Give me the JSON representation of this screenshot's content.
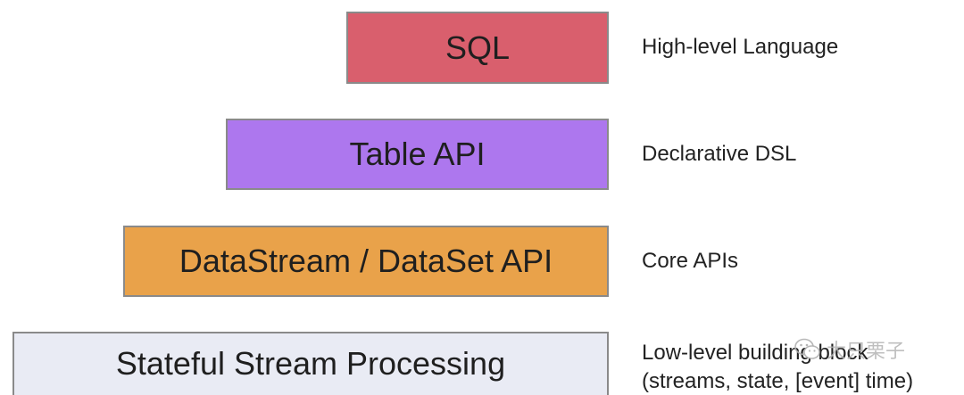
{
  "colors": {
    "sql_fill": "#d95f6d",
    "table_fill": "#ad77ee",
    "datastream_fill": "#e9a24a",
    "stateful_fill": "#e9ebf4",
    "border": "#8a8a8a"
  },
  "layers": [
    {
      "id": "sql",
      "label": "SQL",
      "description": "High-level Language"
    },
    {
      "id": "table",
      "label": "Table API",
      "description": "Declarative DSL"
    },
    {
      "id": "datastream",
      "label": "DataStream / DataSet API",
      "description": "Core APIs"
    },
    {
      "id": "stateful",
      "label": "Stateful Stream Processing",
      "description_line1": "Low-level building block",
      "description_line2": "(streams, state, [event] time)"
    }
  ],
  "watermark": {
    "icon": "wechat-icon",
    "text": "大只栗子"
  }
}
